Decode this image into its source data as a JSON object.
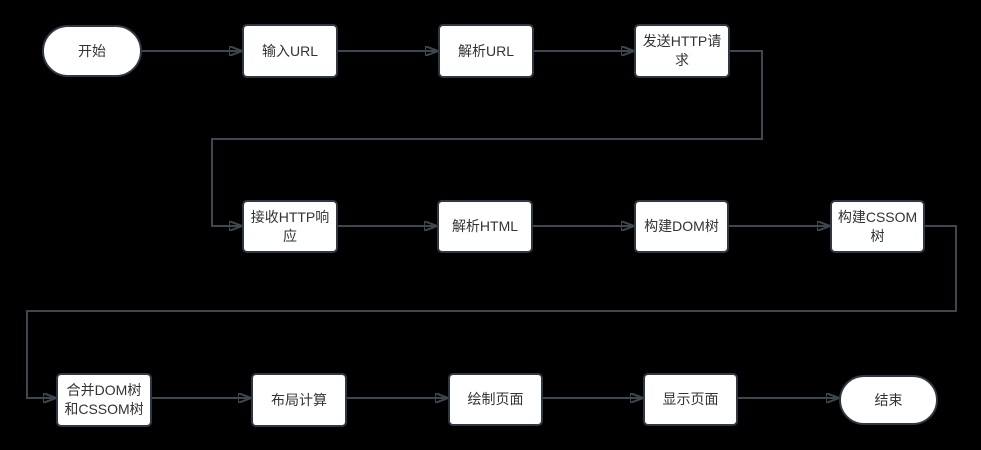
{
  "diagram": {
    "background_color": "#000000",
    "node_fill": "#ffffff",
    "node_border_color": "#2f3742",
    "node_text_color": "#333333",
    "connector_color": "#3e4650"
  },
  "nodes": [
    {
      "id": "start",
      "type": "terminal",
      "label": "开始"
    },
    {
      "id": "input-url",
      "type": "process",
      "label": "输入URL"
    },
    {
      "id": "parse-url",
      "type": "process",
      "label": "解析URL"
    },
    {
      "id": "send-http-request",
      "type": "process",
      "label": "发送HTTP请\n求"
    },
    {
      "id": "receive-http-response",
      "type": "process",
      "label": "接收HTTP响\n应"
    },
    {
      "id": "parse-html",
      "type": "process",
      "label": "解析HTML"
    },
    {
      "id": "build-dom-tree",
      "type": "process",
      "label": "构建DOM树"
    },
    {
      "id": "build-cssom-tree",
      "type": "process",
      "label": "构建CSSOM\n树"
    },
    {
      "id": "merge-dom-cssom",
      "type": "process",
      "label": "合并DOM树\n和CSSOM树"
    },
    {
      "id": "layout-calculation",
      "type": "process",
      "label": "布局计算"
    },
    {
      "id": "paint-page",
      "type": "process",
      "label": "绘制页面"
    },
    {
      "id": "display-page",
      "type": "process",
      "label": "显示页面"
    },
    {
      "id": "end",
      "type": "terminal",
      "label": "结束"
    }
  ],
  "edges": [
    {
      "from": "start",
      "to": "input-url"
    },
    {
      "from": "input-url",
      "to": "parse-url"
    },
    {
      "from": "parse-url",
      "to": "send-http-request"
    },
    {
      "from": "send-http-request",
      "to": "receive-http-response"
    },
    {
      "from": "receive-http-response",
      "to": "parse-html"
    },
    {
      "from": "parse-html",
      "to": "build-dom-tree"
    },
    {
      "from": "build-dom-tree",
      "to": "build-cssom-tree"
    },
    {
      "from": "build-cssom-tree",
      "to": "merge-dom-cssom"
    },
    {
      "from": "merge-dom-cssom",
      "to": "layout-calculation"
    },
    {
      "from": "layout-calculation",
      "to": "paint-page"
    },
    {
      "from": "paint-page",
      "to": "display-page"
    },
    {
      "from": "display-page",
      "to": "end"
    }
  ]
}
